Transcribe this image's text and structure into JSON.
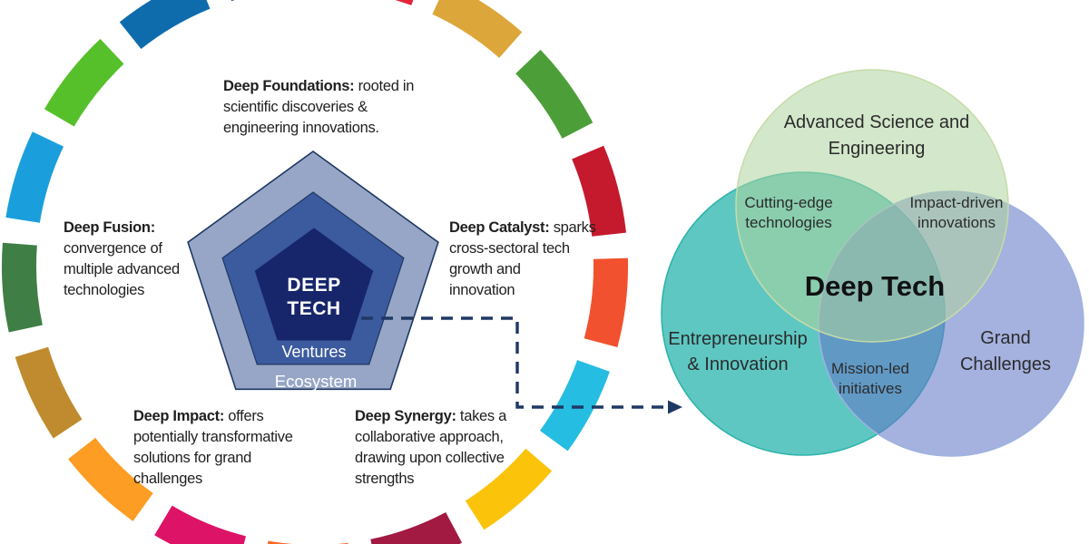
{
  "background": "#FFFFFF",
  "left_diagram": {
    "ring_colors": [
      "#E5243B",
      "#DDA63A",
      "#4C9F38",
      "#C5192D",
      "#F1512E",
      "#26BDE2",
      "#FCC30B",
      "#A21942",
      "#FD6925",
      "#DD1367",
      "#FD9D24",
      "#BF8B2E",
      "#3F7E44",
      "#1B9FDC",
      "#56C02B",
      "#0E6CAD",
      "#19486A"
    ],
    "pentagon": {
      "core_lines": [
        "DEEP",
        "TECH"
      ],
      "ventures_label": "Ventures",
      "ecosystem_label": "Ecosystem",
      "outer_color": "#97A6C6",
      "middle_color": "#3C5A9E",
      "inner_color": "#17266B",
      "border_color": "#1F3864",
      "text_color": "#FFFFFF"
    },
    "annotations": [
      {
        "title": "Deep Foundations:",
        "rest": "rooted in",
        "lines": [
          "scientific discoveries &",
          "engineering innovations."
        ]
      },
      {
        "title": "Deep Fusion:",
        "rest": "",
        "lines": [
          "convergence of",
          "multiple advanced",
          "technologies"
        ]
      },
      {
        "title": "Deep Catalyst:",
        "rest": "sparks",
        "lines": [
          "cross-sectoral tech",
          "growth and",
          "innovation"
        ]
      },
      {
        "title": "Deep Impact:",
        "rest": "offers",
        "lines": [
          "potentially transformative",
          "solutions for grand",
          "challenges"
        ]
      },
      {
        "title": "Deep Synergy:",
        "rest": "takes a",
        "lines": [
          "collaborative approach,",
          "drawing upon collective",
          "strengths"
        ]
      }
    ]
  },
  "connector": {
    "color": "#1F3864"
  },
  "venn": {
    "center_label": "Deep Tech",
    "circles": [
      {
        "name": "advanced-science",
        "label_lines": [
          "Advanced Science and",
          "Engineering"
        ],
        "fill": "#AFD49E",
        "stroke": "#C6DCA8"
      },
      {
        "name": "entrepreneurship",
        "label_lines": [
          "Entrepreneurship",
          "& Innovation"
        ],
        "fill": "#20B2AA",
        "stroke": "#2BB3A8"
      },
      {
        "name": "grand-challenges",
        "label_lines": [
          "Grand",
          "Challenges"
        ],
        "fill": "#6478C8",
        "stroke": "#9FB2E0"
      }
    ],
    "overlap_labels": [
      {
        "name": "cutting-edge",
        "lines": [
          "Cutting-edge",
          "technologies"
        ]
      },
      {
        "name": "impact-driven",
        "lines": [
          "Impact-driven",
          "innovations"
        ]
      },
      {
        "name": "mission-led",
        "lines": [
          "Mission-led",
          "initiatives"
        ]
      }
    ]
  }
}
